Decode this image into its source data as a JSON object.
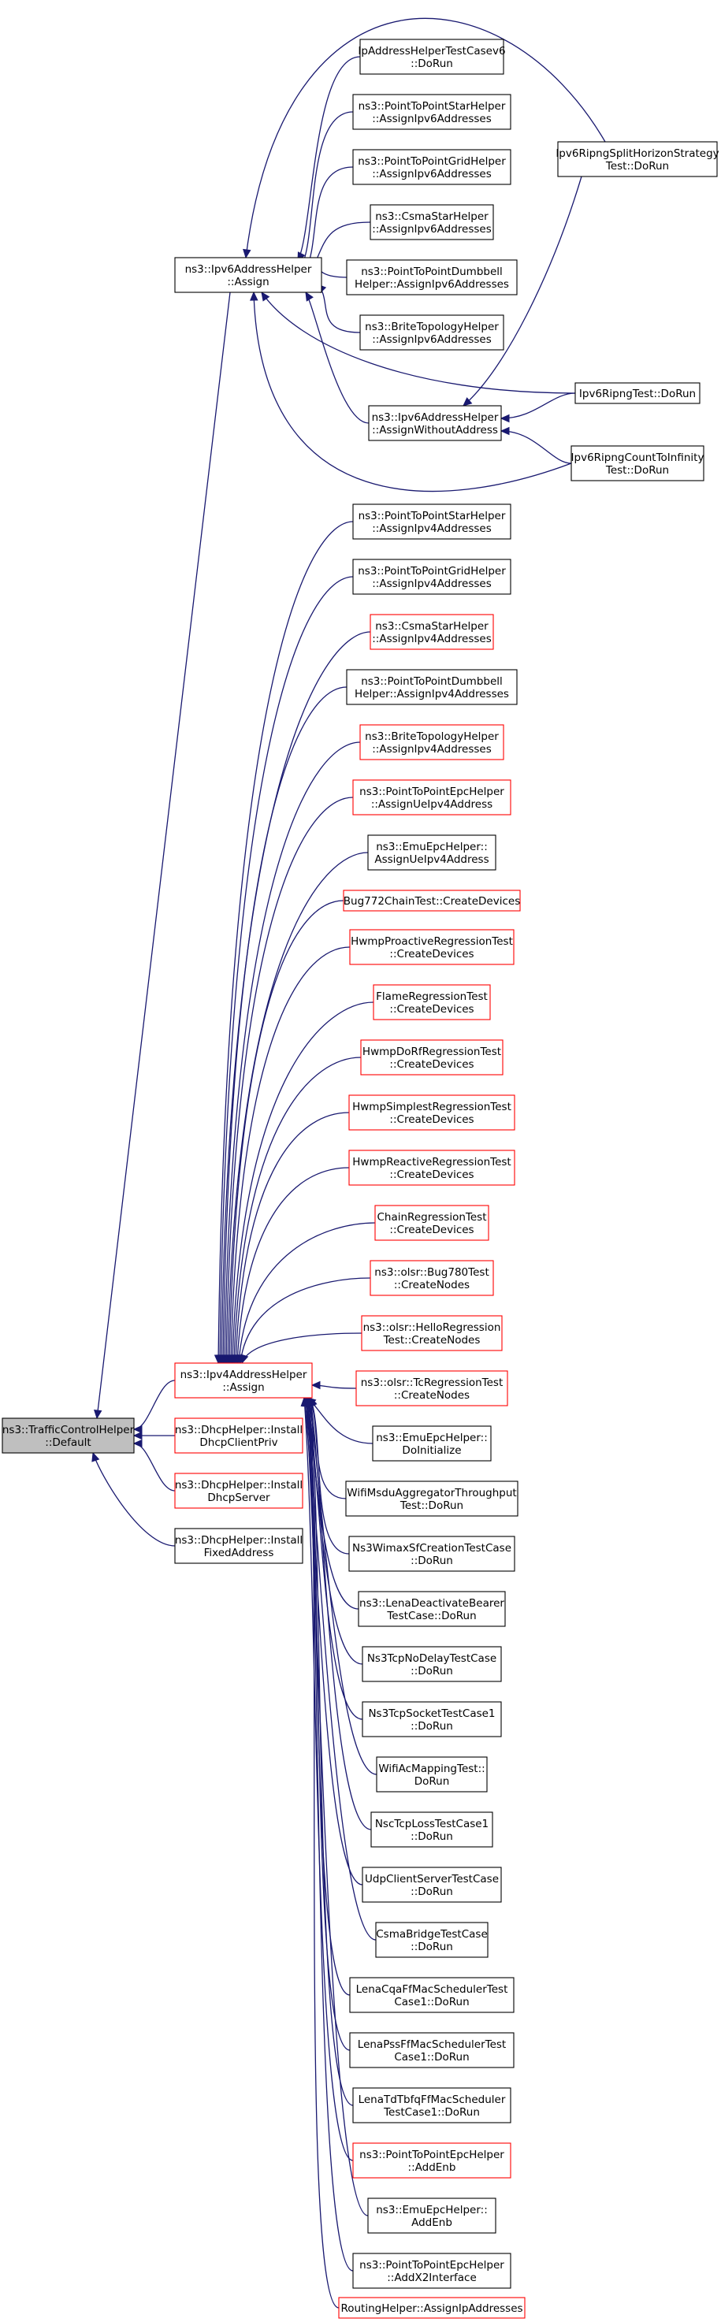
{
  "colors": {
    "edge": "#191970",
    "node_border": "#000000",
    "node_border_red": "#ff0000",
    "root_fill": "#bfbfbf",
    "node_fill": "#ffffff"
  },
  "nodes": {
    "root": [
      "ns3::TrafficControlHelper",
      "::Default"
    ],
    "ipv6assign": [
      "ns3::Ipv6AddressHelper",
      "::Assign"
    ],
    "ipv4assign": [
      "ns3::Ipv4AddressHelper",
      "::Assign"
    ],
    "dhcp_client": [
      "ns3::DhcpHelper::Install",
      "DhcpClientPriv"
    ],
    "dhcp_server": [
      "ns3::DhcpHelper::Install",
      "DhcpServer"
    ],
    "dhcp_fixed": [
      "ns3::DhcpHelper::Install",
      "FixedAddress"
    ],
    "ipaddr_test_v6": [
      "IpAddressHelperTestCasev6",
      "::DoRun"
    ],
    "p2pstar_v6": [
      "ns3::PointToPointStarHelper",
      "::AssignIpv6Addresses"
    ],
    "p2pgrid_v6": [
      "ns3::PointToPointGridHelper",
      "::AssignIpv6Addresses"
    ],
    "csmastar_v6": [
      "ns3::CsmaStarHelper",
      "::AssignIpv6Addresses"
    ],
    "p2pdumbbell_v6": [
      "ns3::PointToPointDumbbell",
      "Helper::AssignIpv6Addresses"
    ],
    "brite_v6": [
      "ns3::BriteTopologyHelper",
      "::AssignIpv6Addresses"
    ],
    "assign_without": [
      "ns3::Ipv6AddressHelper",
      "::AssignWithoutAddress"
    ],
    "ripng_split": [
      "Ipv6RipngSplitHorizonStrategy",
      "Test::DoRun"
    ],
    "ripng_test": [
      "Ipv6RipngTest::DoRun"
    ],
    "ripng_count": [
      "Ipv6RipngCountToInfinity",
      "Test::DoRun"
    ],
    "p2pstar_v4": [
      "ns3::PointToPointStarHelper",
      "::AssignIpv4Addresses"
    ],
    "p2pgrid_v4": [
      "ns3::PointToPointGridHelper",
      "::AssignIpv4Addresses"
    ],
    "csmastar_v4": [
      "ns3::CsmaStarHelper",
      "::AssignIpv4Addresses"
    ],
    "p2pdumbbell_v4": [
      "ns3::PointToPointDumbbell",
      "Helper::AssignIpv4Addresses"
    ],
    "brite_v4": [
      "ns3::BriteTopologyHelper",
      "::AssignIpv4Addresses"
    ],
    "epc_ue": [
      "ns3::PointToPointEpcHelper",
      "::AssignUeIpv4Address"
    ],
    "emu_ue": [
      "ns3::EmuEpcHelper::",
      "AssignUeIpv4Address"
    ],
    "bug772": [
      "Bug772ChainTest::CreateDevices"
    ],
    "hwmp_proactive": [
      "HwmpProactiveRegressionTest",
      "::CreateDevices"
    ],
    "flame": [
      "FlameRegressionTest",
      "::CreateDevices"
    ],
    "hwmp_dorf": [
      "HwmpDoRfRegressionTest",
      "::CreateDevices"
    ],
    "hwmp_simplest": [
      "HwmpSimplestRegressionTest",
      "::CreateDevices"
    ],
    "hwmp_reactive": [
      "HwmpReactiveRegressionTest",
      "::CreateDevices"
    ],
    "chain": [
      "ChainRegressionTest",
      "::CreateDevices"
    ],
    "olsr_bug780": [
      "ns3::olsr::Bug780Test",
      "::CreateNodes"
    ],
    "olsr_hello": [
      "ns3::olsr::HelloRegression",
      "Test::CreateNodes"
    ],
    "olsr_tc": [
      "ns3::olsr::TcRegressionTest",
      "::CreateNodes"
    ],
    "emu_doinit": [
      "ns3::EmuEpcHelper::",
      "DoInitialize"
    ],
    "wifi_msdu": [
      "WifiMsduAggregatorThroughput",
      "Test::DoRun"
    ],
    "wimax_sf": [
      "Ns3WimaxSfCreationTestCase",
      "::DoRun"
    ],
    "lena_deactivate": [
      "ns3::LenaDeactivateBearer",
      "TestCase::DoRun"
    ],
    "tcp_nodelay": [
      "Ns3TcpNoDelayTestCase",
      "::DoRun"
    ],
    "tcp_socket": [
      "Ns3TcpSocketTestCase1",
      "::DoRun"
    ],
    "wifi_ac": [
      "WifiAcMappingTest::",
      "DoRun"
    ],
    "nsc_tcp": [
      "NscTcpLossTestCase1",
      "::DoRun"
    ],
    "udp_cs": [
      "UdpClientServerTestCase",
      "::DoRun"
    ],
    "csma_bridge": [
      "CsmaBridgeTestCase",
      "::DoRun"
    ],
    "lena_cqa": [
      "LenaCqaFfMacSchedulerTest",
      "Case1::DoRun"
    ],
    "lena_pss": [
      "LenaPssFfMacSchedulerTest",
      "Case1::DoRun"
    ],
    "lena_tdtbfq": [
      "LenaTdTbfqFfMacScheduler",
      "TestCase1::DoRun"
    ],
    "epc_addenb": [
      "ns3::PointToPointEpcHelper",
      "::AddEnb"
    ],
    "emu_addenb": [
      "ns3::EmuEpcHelper::",
      "AddEnb"
    ],
    "epc_x2": [
      "ns3::PointToPointEpcHelper",
      "::AddX2Interface"
    ],
    "routing": [
      "RoutingHelper::AssignIpAddresses"
    ]
  }
}
